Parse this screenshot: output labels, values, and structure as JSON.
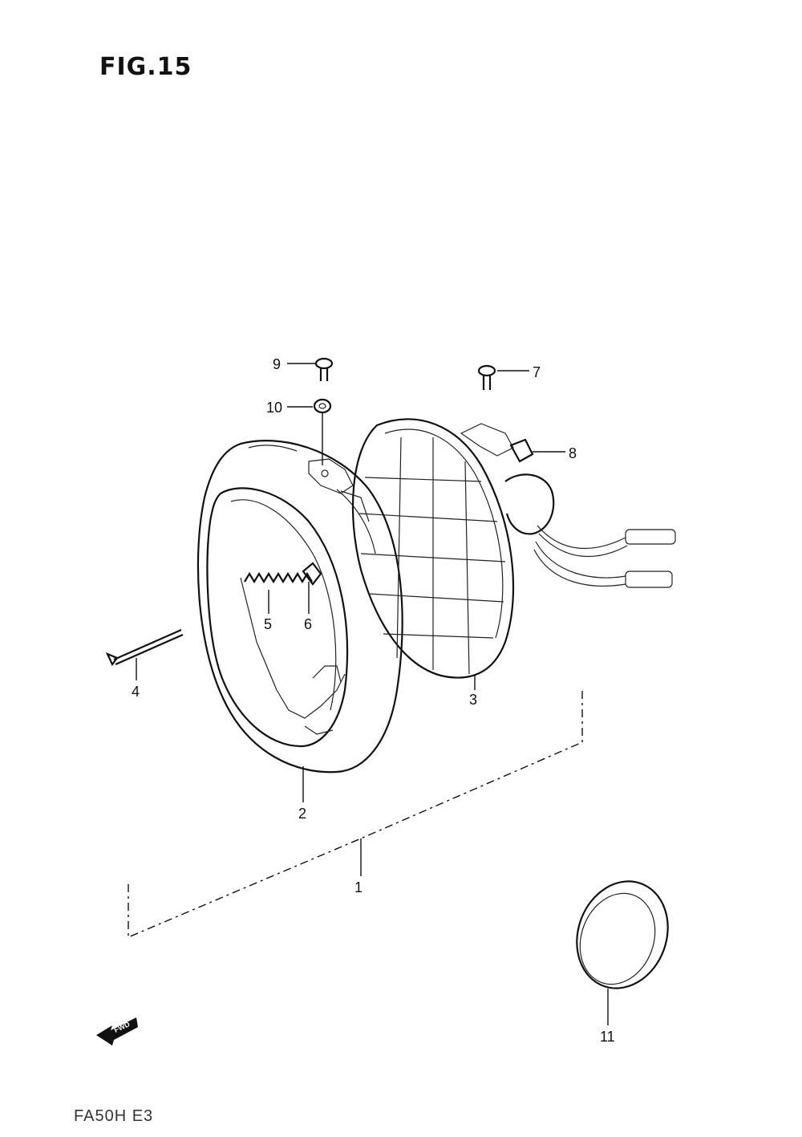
{
  "figure": {
    "title": "FIG.15",
    "footer_code": "FA50H E3"
  },
  "callouts": [
    {
      "id": "part-1",
      "label": "1"
    },
    {
      "id": "part-2",
      "label": "2"
    },
    {
      "id": "part-3",
      "label": "3"
    },
    {
      "id": "part-4",
      "label": "4"
    },
    {
      "id": "part-5",
      "label": "5"
    },
    {
      "id": "part-6",
      "label": "6"
    },
    {
      "id": "part-7",
      "label": "7"
    },
    {
      "id": "part-8",
      "label": "8"
    },
    {
      "id": "part-9",
      "label": "9"
    },
    {
      "id": "part-10",
      "label": "10"
    },
    {
      "id": "part-11",
      "label": "11"
    }
  ],
  "fwd_arrow": {
    "label": "FWD"
  }
}
